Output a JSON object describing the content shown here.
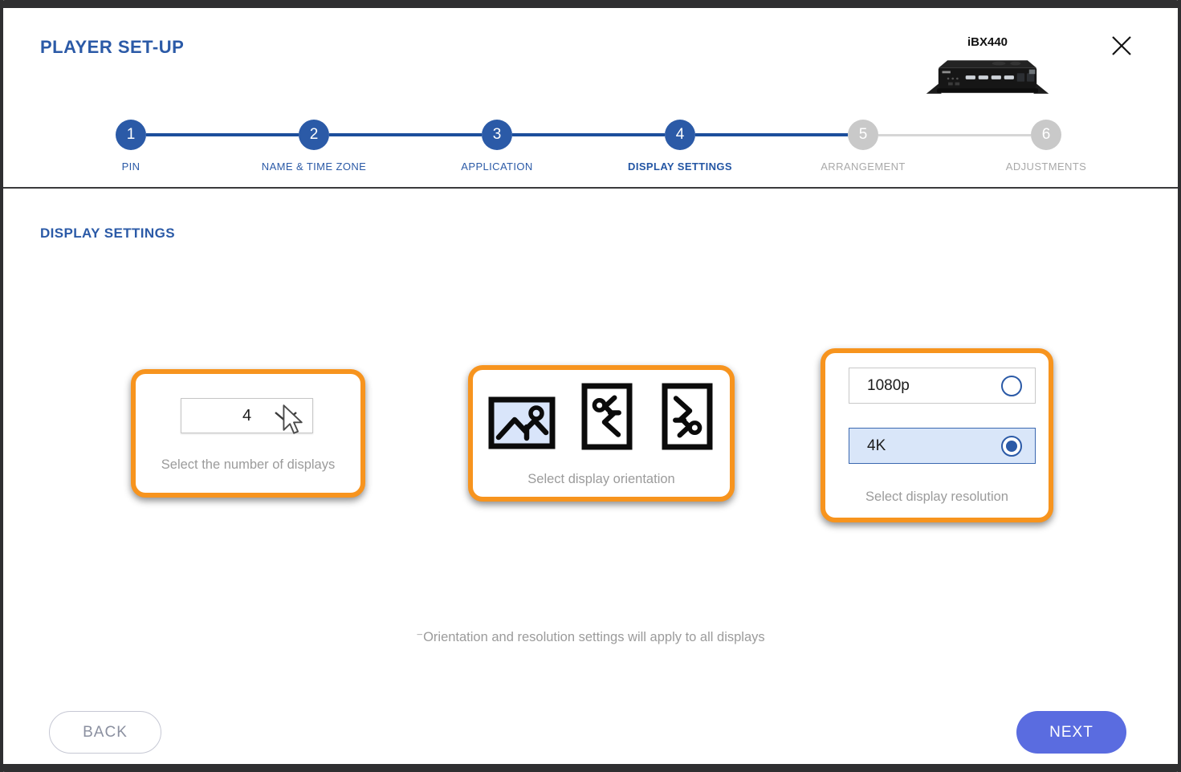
{
  "dialog": {
    "title": "PLAYER SET-UP",
    "device_label": "iBX440"
  },
  "stepper": {
    "steps": [
      {
        "number": "1",
        "label": "PIN",
        "state": "done"
      },
      {
        "number": "2",
        "label": "NAME & TIME ZONE",
        "state": "done"
      },
      {
        "number": "3",
        "label": "APPLICATION",
        "state": "done"
      },
      {
        "number": "4",
        "label": "DISPLAY SETTINGS",
        "state": "active"
      },
      {
        "number": "5",
        "label": "ARRANGEMENT",
        "state": "upcoming"
      },
      {
        "number": "6",
        "label": "ADJUSTMENTS",
        "state": "upcoming"
      }
    ]
  },
  "section": {
    "heading": "DISPLAY SETTINGS"
  },
  "displays_panel": {
    "selected_count": "4",
    "caption": "Select the number of displays"
  },
  "orientation_panel": {
    "caption": "Select display orientation",
    "options": [
      {
        "name": "landscape",
        "selected": true
      },
      {
        "name": "portrait-rotated-left",
        "selected": false
      },
      {
        "name": "portrait-rotated-right",
        "selected": false
      }
    ]
  },
  "resolution_panel": {
    "caption": "Select display resolution",
    "options": [
      {
        "label": "1080p",
        "selected": false
      },
      {
        "label": "4K",
        "selected": true
      }
    ]
  },
  "note": "⁻Orientation and resolution settings will apply to all displays",
  "footer": {
    "back_label": "BACK",
    "next_label": "NEXT"
  },
  "colors": {
    "accent_blue": "#2B5AA7",
    "connector_blue": "#1C4E9C",
    "highlight_orange": "#F7941E",
    "selected_fill": "#D9E6F9",
    "selected_border": "#3A67B0",
    "next_button": "#5A6CE0",
    "inactive_gray": "#C9C9C9",
    "caption_gray": "#9B9B9B"
  }
}
